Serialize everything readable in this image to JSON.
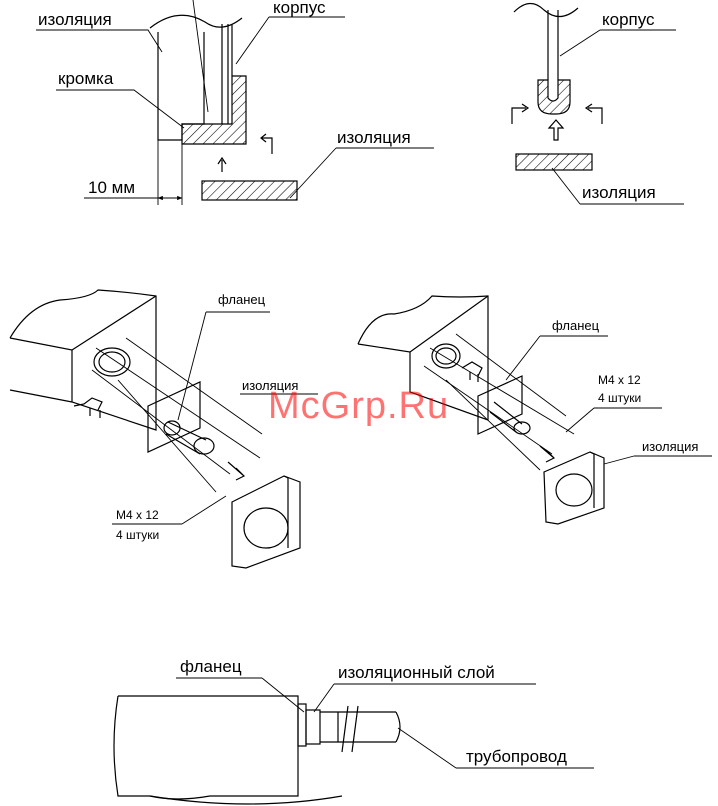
{
  "watermark": "McGrp.Ru",
  "fig1": {
    "insulation_top": "изоляция",
    "body": "корпус",
    "edge": "кромка",
    "insulation_right": "изоляция",
    "gap": "10 мм"
  },
  "fig2": {
    "body": "корпус",
    "insulation": "изоляция"
  },
  "fig3": {
    "flange": "фланец",
    "insulation": "изоляция",
    "screw_spec": "M4 x 12",
    "screw_count": "4 штуки"
  },
  "fig4": {
    "flange": "фланец",
    "screw_spec": "M4 x 12",
    "screw_count": "4 штуки",
    "insulation": "изоляция"
  },
  "fig5": {
    "flange": "фланец",
    "insulation_layer": "изоляционный слой",
    "pipeline": "трубопровод"
  },
  "colors": {
    "lines": "#000000",
    "watermark": "#ff0000",
    "background": "#ffffff"
  }
}
